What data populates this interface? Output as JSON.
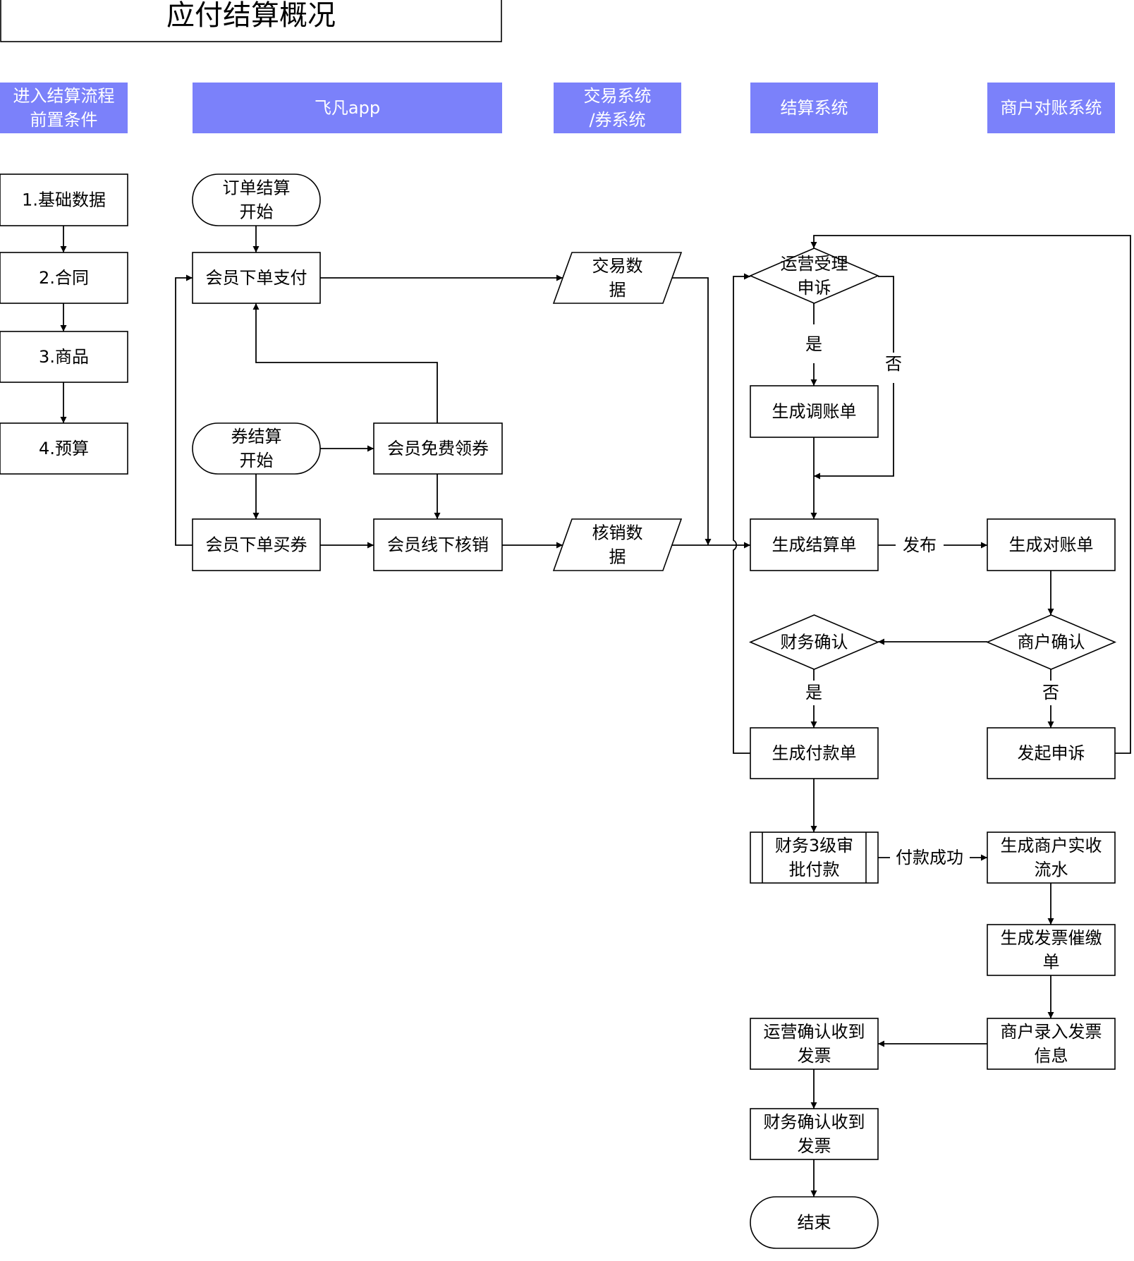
{
  "title": "应付结算概况",
  "lanes": [
    {
      "id": "lane-preconditions",
      "lines": [
        "进入结算流程",
        "前置条件"
      ]
    },
    {
      "id": "lane-feifan-app",
      "lines": [
        "飞凡app"
      ]
    },
    {
      "id": "lane-trade-system",
      "lines": [
        "交易系统",
        "/券系统"
      ]
    },
    {
      "id": "lane-settlement-system",
      "lines": [
        "结算系统"
      ]
    },
    {
      "id": "lane-merchant-reconciliation",
      "lines": [
        "商户对账系统"
      ]
    }
  ],
  "nodes": [
    {
      "id": "basic-data",
      "shape": "rect",
      "lines": [
        "1.基础数据"
      ]
    },
    {
      "id": "contract",
      "shape": "rect",
      "lines": [
        "2.合同"
      ]
    },
    {
      "id": "goods",
      "shape": "rect",
      "lines": [
        "3.商品"
      ]
    },
    {
      "id": "budget",
      "shape": "rect",
      "lines": [
        "4.预算"
      ]
    },
    {
      "id": "order-settlement-start",
      "shape": "terminal",
      "lines": [
        "订单结算",
        "开始"
      ]
    },
    {
      "id": "member-order-pay",
      "shape": "rect",
      "lines": [
        "会员下单支付"
      ]
    },
    {
      "id": "coupon-settlement-start",
      "shape": "terminal",
      "lines": [
        "券结算",
        "开始"
      ]
    },
    {
      "id": "member-free-coupon",
      "shape": "rect",
      "lines": [
        "会员免费领券"
      ]
    },
    {
      "id": "member-buy-coupon",
      "shape": "rect",
      "lines": [
        "会员下单买券"
      ]
    },
    {
      "id": "member-offline-redeem",
      "shape": "rect",
      "lines": [
        "会员线下核销"
      ]
    },
    {
      "id": "trade-data",
      "shape": "data",
      "lines": [
        "交易数",
        "据"
      ]
    },
    {
      "id": "redeem-data",
      "shape": "data",
      "lines": [
        "核销数",
        "据"
      ]
    },
    {
      "id": "ops-accept-appeal",
      "shape": "decision",
      "lines": [
        "运营受理",
        "申诉"
      ]
    },
    {
      "id": "generate-adjustment",
      "shape": "rect",
      "lines": [
        "生成调账单"
      ]
    },
    {
      "id": "generate-settlement",
      "shape": "rect",
      "lines": [
        "生成结算单"
      ]
    },
    {
      "id": "generate-reconciliation",
      "shape": "rect",
      "lines": [
        "生成对账单"
      ]
    },
    {
      "id": "merchant-confirm",
      "shape": "decision",
      "lines": [
        "商户确认"
      ]
    },
    {
      "id": "finance-confirm",
      "shape": "decision",
      "lines": [
        "财务确认"
      ]
    },
    {
      "id": "generate-payment",
      "shape": "rect",
      "lines": [
        "生成付款单"
      ]
    },
    {
      "id": "raise-appeal",
      "shape": "rect",
      "lines": [
        "发起申诉"
      ]
    },
    {
      "id": "finance-approval-pay",
      "shape": "subprocess",
      "lines": [
        "财务3级审",
        "批付款"
      ]
    },
    {
      "id": "merchant-receipt-flow",
      "shape": "rect",
      "lines": [
        "生成商户实收",
        "流水"
      ]
    },
    {
      "id": "invoice-reminder",
      "shape": "rect",
      "lines": [
        "生成发票催缴",
        "单"
      ]
    },
    {
      "id": "merchant-enter-invoice",
      "shape": "rect",
      "lines": [
        "商户录入发票",
        "信息"
      ]
    },
    {
      "id": "ops-confirm-invoice",
      "shape": "rect",
      "lines": [
        "运营确认收到",
        "发票"
      ]
    },
    {
      "id": "finance-confirm-invoice",
      "shape": "rect",
      "lines": [
        "财务确认收到",
        "发票"
      ]
    },
    {
      "id": "end",
      "shape": "terminal",
      "lines": [
        "结束"
      ]
    }
  ],
  "edges": [
    {
      "from": "basic-data",
      "to": "contract",
      "label": ""
    },
    {
      "from": "contract",
      "to": "goods",
      "label": ""
    },
    {
      "from": "goods",
      "to": "budget",
      "label": ""
    },
    {
      "from": "order-settlement-start",
      "to": "member-order-pay",
      "label": ""
    },
    {
      "from": "member-order-pay",
      "to": "trade-data",
      "label": ""
    },
    {
      "from": "member-free-coupon",
      "to": "member-order-pay",
      "label": ""
    },
    {
      "from": "coupon-settlement-start",
      "to": "member-free-coupon",
      "label": ""
    },
    {
      "from": "coupon-settlement-start",
      "to": "member-buy-coupon",
      "label": ""
    },
    {
      "from": "member-free-coupon",
      "to": "member-offline-redeem",
      "label": ""
    },
    {
      "from": "member-buy-coupon",
      "to": "member-offline-redeem",
      "label": ""
    },
    {
      "from": "member-buy-coupon",
      "to": "member-order-pay",
      "label": ""
    },
    {
      "from": "member-offline-redeem",
      "to": "redeem-data",
      "label": ""
    },
    {
      "from": "redeem-data",
      "to": "generate-settlement",
      "label": ""
    },
    {
      "from": "trade-data",
      "to": "generate-settlement",
      "label": ""
    },
    {
      "from": "ops-accept-appeal",
      "to": "generate-adjustment",
      "label": "是"
    },
    {
      "from": "ops-accept-appeal",
      "to": "generate-settlement",
      "label": "否"
    },
    {
      "from": "generate-adjustment",
      "to": "generate-settlement",
      "label": ""
    },
    {
      "from": "generate-settlement",
      "to": "generate-reconciliation",
      "label": "发布"
    },
    {
      "from": "generate-reconciliation",
      "to": "merchant-confirm",
      "label": ""
    },
    {
      "from": "merchant-confirm",
      "to": "finance-confirm",
      "label": ""
    },
    {
      "from": "merchant-confirm",
      "to": "raise-appeal",
      "label": "否"
    },
    {
      "from": "finance-confirm",
      "to": "generate-payment",
      "label": "是"
    },
    {
      "from": "generate-payment",
      "to": "ops-accept-appeal",
      "label": ""
    },
    {
      "from": "raise-appeal",
      "to": "ops-accept-appeal",
      "label": ""
    },
    {
      "from": "generate-payment",
      "to": "finance-approval-pay",
      "label": ""
    },
    {
      "from": "finance-approval-pay",
      "to": "merchant-receipt-flow",
      "label": "付款成功"
    },
    {
      "from": "merchant-receipt-flow",
      "to": "invoice-reminder",
      "label": ""
    },
    {
      "from": "invoice-reminder",
      "to": "merchant-enter-invoice",
      "label": ""
    },
    {
      "from": "merchant-enter-invoice",
      "to": "ops-confirm-invoice",
      "label": ""
    },
    {
      "from": "ops-confirm-invoice",
      "to": "finance-confirm-invoice",
      "label": ""
    },
    {
      "from": "finance-confirm-invoice",
      "to": "end",
      "label": ""
    }
  ]
}
